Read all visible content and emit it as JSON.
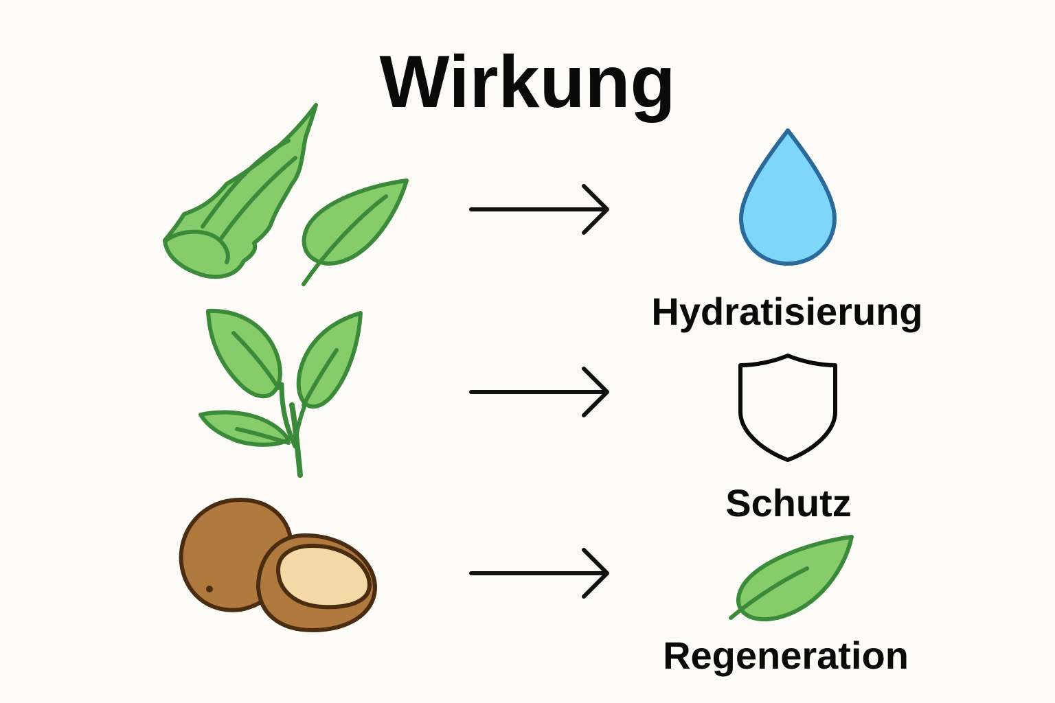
{
  "title": "Wirkung",
  "effects": [
    {
      "label": "Hydratisierung",
      "icon": "water-drop-icon"
    },
    {
      "label": "Schutz",
      "icon": "shield-icon"
    },
    {
      "label": "Regeneration",
      "icon": "leaf-icon"
    }
  ],
  "sources": [
    {
      "icon": "aloe-vera-and-leaf-icon"
    },
    {
      "icon": "green-tea-sprig-icon"
    },
    {
      "icon": "nuts-icon"
    }
  ],
  "colors": {
    "background": "#fcfbf7",
    "text": "#0a0a0a",
    "leaf_fill": "#86cc6a",
    "leaf_stroke": "#3a8a3a",
    "drop_fill": "#7fd6fb",
    "drop_stroke": "#2a6a9a",
    "nut_shell": "#b07a3e",
    "nut_inner": "#f2d9a6",
    "nut_stroke": "#4a2c10"
  }
}
